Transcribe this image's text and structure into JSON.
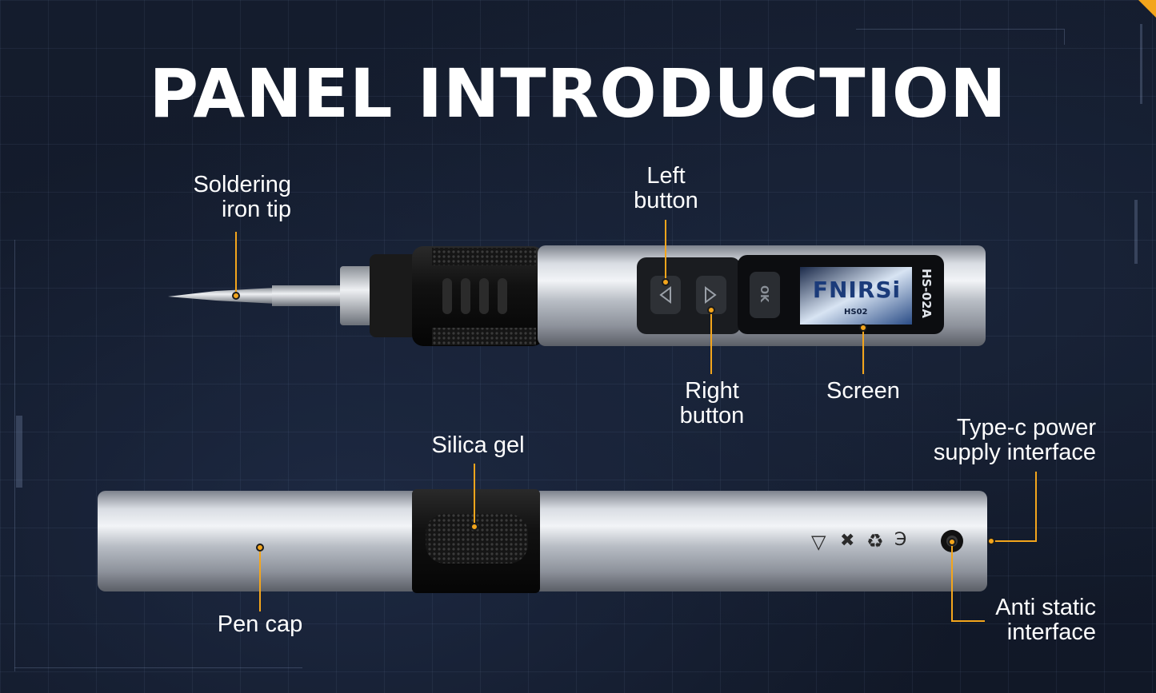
{
  "title": "PANEL INTRODUCTION",
  "device": {
    "brand": "FNIRSi",
    "model": "HS-02A",
    "screen_text": "HS02",
    "ok_label": "OK"
  },
  "labels": {
    "tip": "Soldering\niron tip",
    "left_button": "Left\nbutton",
    "right_button": "Right\nbutton",
    "screen": "Screen",
    "silica_gel": "Silica gel",
    "type_c": "Type-c power\nsupply interface",
    "pen_cap": "Pen cap",
    "anti_static": "Anti static\ninterface"
  },
  "colors": {
    "accent": "#f3a51c",
    "background": "#131b2c"
  },
  "icons": [
    "left-arrow-icon",
    "right-arrow-icon",
    "ok-icon",
    "warning-icon",
    "weee-icon",
    "recycle-icon",
    "ce-icon"
  ]
}
